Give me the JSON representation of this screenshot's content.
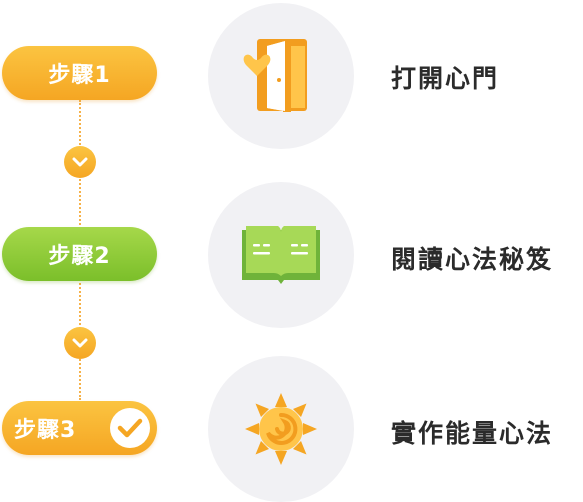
{
  "steps": [
    {
      "label": "步驟1",
      "title": "打開心門",
      "icon": "heart-door-icon",
      "color": "#f5a623"
    },
    {
      "label": "步驟2",
      "title": "閱讀心法秘笈",
      "icon": "open-book-icon",
      "color": "#7bbf2a"
    },
    {
      "label": "步驟3",
      "title": "實作能量心法",
      "icon": "sun-icon",
      "color": "#f5a623",
      "completed": true
    }
  ],
  "colors": {
    "orange": "#f5a623",
    "green": "#7bbf2a",
    "circle_bg": "#f1f1f4",
    "text": "#2b2b2b"
  }
}
